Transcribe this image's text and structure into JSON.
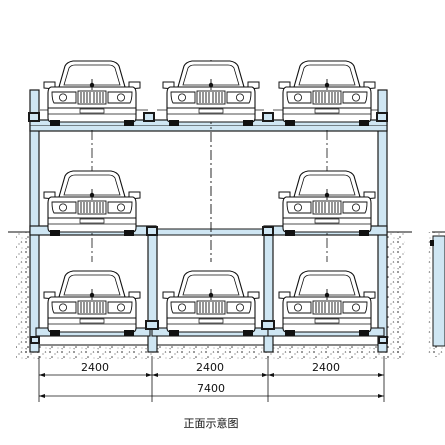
{
  "caption": "正面示意图",
  "dimensions": {
    "bay_widths": [
      "2400",
      "2400",
      "2400"
    ],
    "total_width": "7400"
  },
  "layout": {
    "tiers": 3,
    "columns": 3,
    "occupied": [
      {
        "tier": "top",
        "columns": [
          1,
          2,
          3
        ]
      },
      {
        "tier": "middle",
        "columns": [
          1,
          3
        ]
      },
      {
        "tier": "bottom",
        "columns": [
          1,
          2,
          3
        ]
      }
    ]
  },
  "colors": {
    "frame_fill": "#cfe6f3",
    "frame_stroke": "#1a1a1a",
    "car_fill": "#ffffff",
    "ground_fill": "#e6f2f8",
    "line": "#111111"
  }
}
